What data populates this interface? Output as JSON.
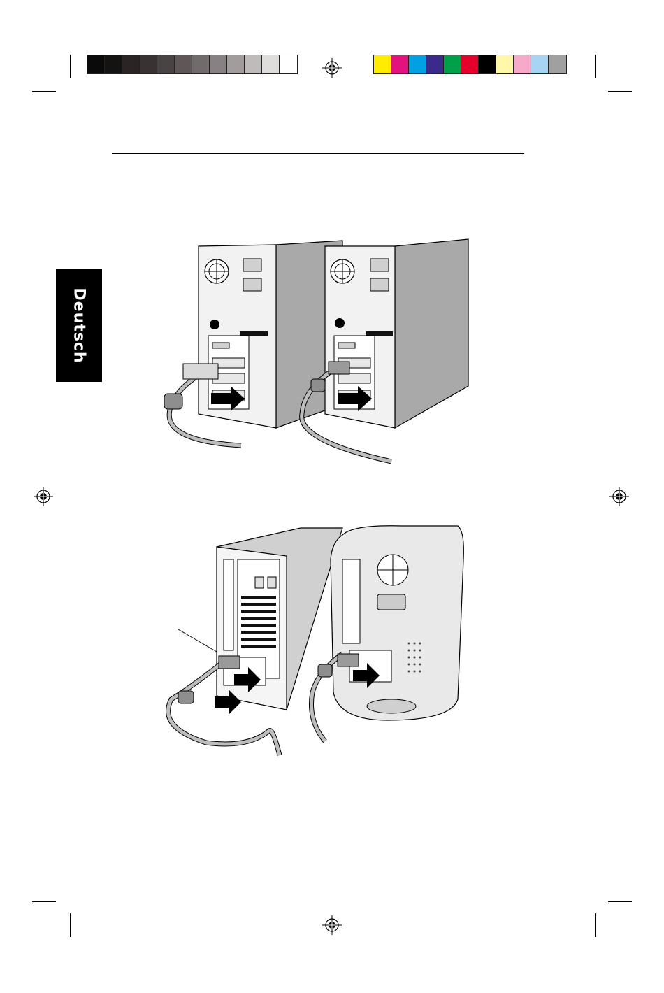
{
  "page": {
    "tab_label": "Deutsch"
  },
  "calibration": {
    "grayscale": [
      "#0a0a0a",
      "#151212",
      "#2a2425",
      "#383233",
      "#4a4344",
      "#5e5657",
      "#726b6c",
      "#888183",
      "#a29c9d",
      "#c0bbbb",
      "#dfdcdc",
      "#ffffff"
    ],
    "colors": [
      "#ffec00",
      "#e3127f",
      "#00a0e3",
      "#3a2a8a",
      "#00a04a",
      "#e4002b",
      "#000000",
      "#fff8a8",
      "#f6a9c9",
      "#a8d4f4",
      "#a0a0a0"
    ]
  },
  "figures": [
    {
      "name": "figure-pc-towers"
    },
    {
      "name": "figure-mac-cables"
    }
  ]
}
